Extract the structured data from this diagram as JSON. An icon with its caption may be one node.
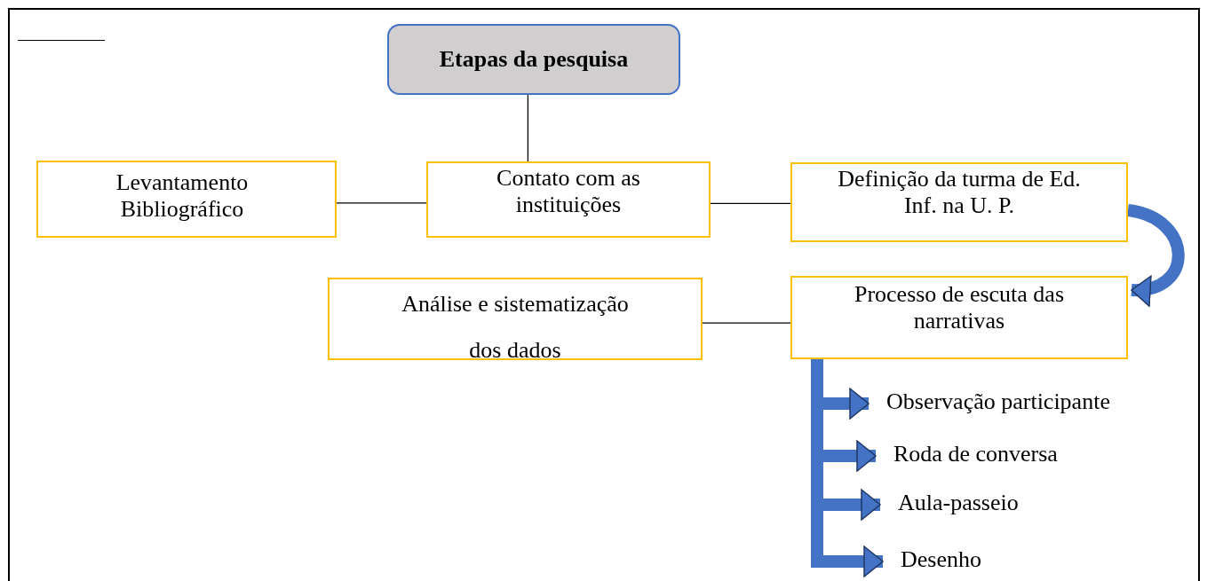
{
  "diagram": {
    "nodes": [
      {
        "text": [
          "Etapas da pesquisa"
        ]
      },
      {
        "text": [
          "Levantamento Bibliográfico"
        ]
      },
      {
        "text": [
          "Contato com as instituições"
        ]
      },
      {
        "text": [
          "Definição da turma de Ed. Inf. na U. P."
        ]
      },
      {
        "text": [
          "Análise e sistematização dos dados"
        ]
      },
      {
        "text": [
          "Processo de escuta das narrativas"
        ]
      },
      {
        "text": [
          "Observação participante"
        ]
      },
      {
        "text": [
          "Roda de conversa"
        ]
      },
      {
        "text": [
          "Aula-passeio"
        ]
      },
      {
        "text": [
          "Desenho"
        ]
      }
    ],
    "edges": [
      {
        "from": 0,
        "to": 2,
        "arrow": "none",
        "color": "#000000"
      },
      {
        "from": 1,
        "to": 2,
        "arrow": "none",
        "color": "#000000"
      },
      {
        "from": 2,
        "to": 3,
        "arrow": "none",
        "color": "#000000"
      },
      {
        "from": 3,
        "to": 5,
        "arrow": "to"
      },
      {
        "from": 4,
        "to": 5,
        "arrow": "none",
        "color": "#000000"
      },
      {
        "from": 5,
        "to": 6,
        "arrow": "to"
      },
      {
        "from": 5,
        "to": 7,
        "arrow": "to"
      },
      {
        "from": 5,
        "to": 8,
        "arrow": "to"
      },
      {
        "from": 5,
        "to": 9,
        "arrow": "to"
      }
    ]
  }
}
